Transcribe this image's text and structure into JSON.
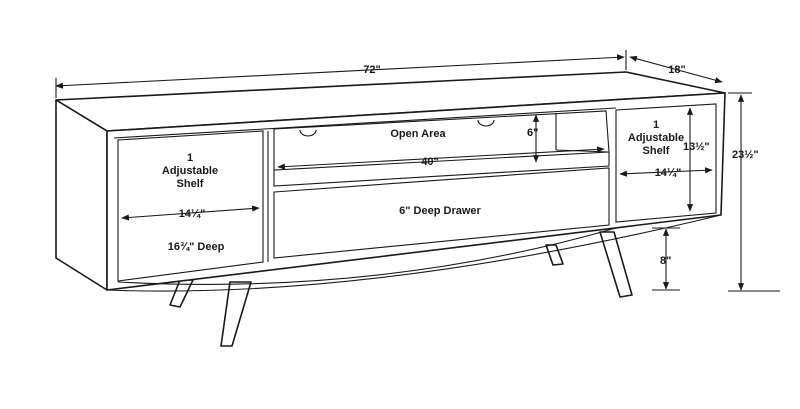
{
  "diagram": {
    "dimensions": {
      "width": "72\"",
      "depth": "18\"",
      "height": "23½\"",
      "leg_height": "8\"",
      "open_area_width": "40\"",
      "open_area_height": "6\"",
      "left_shelf_width": "14¼\"",
      "left_depth": "16¾\" Deep",
      "right_shelf_width": "14¼\"",
      "right_shelf_height": "13½\""
    },
    "labels": {
      "open_area": "Open Area",
      "drawer": "6\" Deep Drawer",
      "left_shelf_line1": "1",
      "left_shelf_line2": "Adjustable",
      "left_shelf_line3": "Shelf",
      "right_shelf_line1": "1",
      "right_shelf_line2": "Adjustable",
      "right_shelf_line3": "Shelf"
    }
  }
}
